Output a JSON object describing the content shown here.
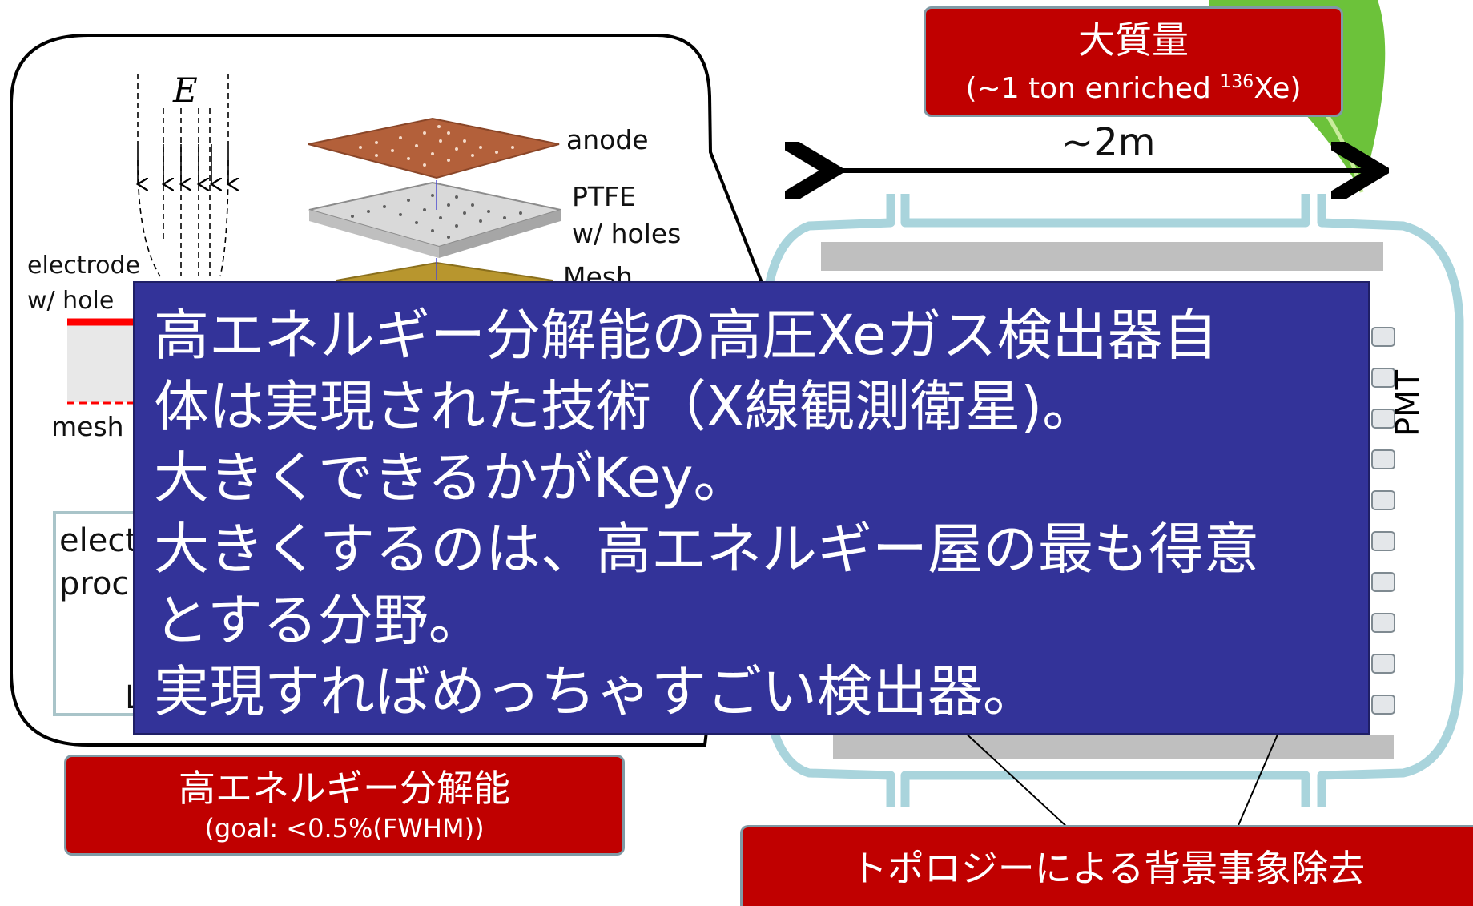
{
  "diagram": {
    "electric_field_symbol": "E",
    "layer_labels": {
      "anode": "anode",
      "ptfe_line1": "PTFE",
      "ptfe_line2": "w/ holes",
      "mesh": "Mesh"
    },
    "left_labels": {
      "electrode_line1": "electrode",
      "electrode_line2": "w/ hole",
      "mesh": "mesh"
    },
    "process_box": {
      "line1": "elect",
      "line2": "proc",
      "line3": "L"
    },
    "pmt_label": "PMT",
    "dimension_label": "~2m",
    "pmt_count": 10
  },
  "callouts": {
    "mass": {
      "title": "大質量",
      "sub_prefix": "(~1 ton enriched ",
      "sub_sup": "136",
      "sub_suffix": "Xe)"
    },
    "resolution": {
      "title": "高エネルギー分解能",
      "sub": "(goal: <0.5%(FWHM))"
    },
    "topology": {
      "title": "トポロジーによる背景事象除去"
    }
  },
  "overlay": {
    "lines": [
      "高エネルギー分解能の高圧Xeガス検出器自",
      "体は実現された技術（X線観測衛星)。",
      "大きくできるかがKey。",
      "大きくするのは、高エネルギー屋の最も得意",
      "とする分野。",
      "実現すればめっちゃすごい検出器。"
    ]
  },
  "colors": {
    "callout_red": "#c00000",
    "overlay_blue": "#333399",
    "vessel_outline": "#a9d4dc",
    "anode": "#b3603a",
    "mesh": "#b8962e",
    "leaf_green": "#6cc23a"
  }
}
